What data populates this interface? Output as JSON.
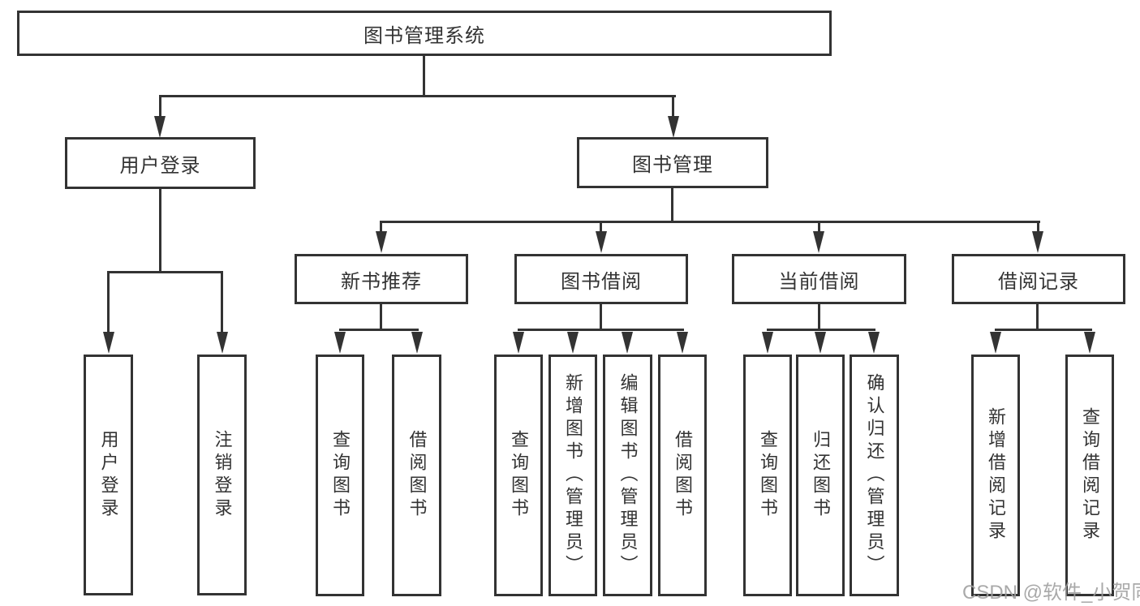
{
  "diagram": {
    "root": {
      "label": "图书管理系统"
    },
    "branches": [
      {
        "label": "用户登录",
        "children": [
          "用户登录",
          "注销登录"
        ]
      },
      {
        "label": "图书管理",
        "children": [
          {
            "label": "新书推荐",
            "children": [
              "查询图书",
              "借阅图书"
            ]
          },
          {
            "label": "图书借阅",
            "children": [
              "查询图书",
              "新增图书（管理员）",
              "编辑图书（管理员）",
              "借阅图书"
            ]
          },
          {
            "label": "当前借阅",
            "children": [
              "查询图书",
              "归还图书",
              "确认归还（管理员）"
            ]
          },
          {
            "label": "借阅记录",
            "children": [
              "新增借阅记录",
              "查询借阅记录"
            ]
          }
        ]
      }
    ]
  },
  "watermark": {
    "text": "CSDN @软件_小贺同学"
  },
  "colors": {
    "line": "#333333",
    "background": "#ffffff",
    "watermark": "#9e9e9e"
  }
}
